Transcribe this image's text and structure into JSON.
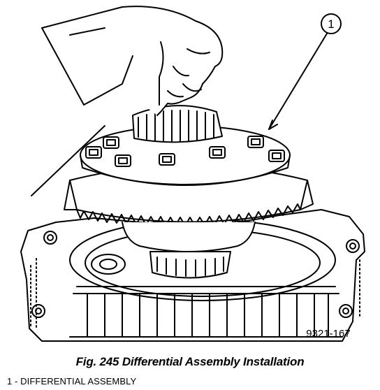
{
  "figure": {
    "callout_number": "1",
    "reference_code": "9321-167"
  },
  "caption": "Fig. 245 Differential Assembly Installation",
  "legend": [
    "1 - DIFFERENTIAL ASSEMBLY"
  ]
}
